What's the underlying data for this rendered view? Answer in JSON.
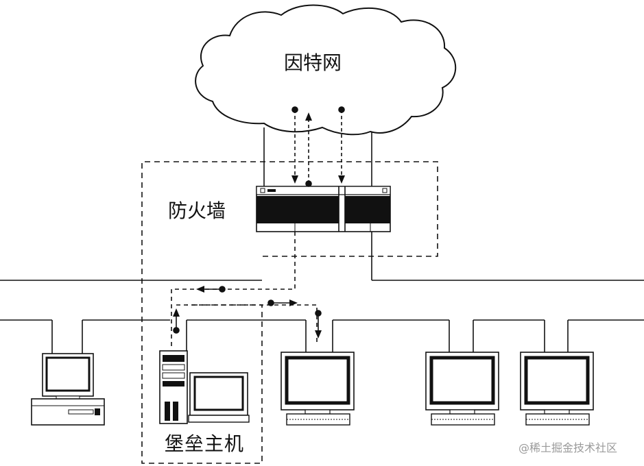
{
  "labels": {
    "internet": "因特网",
    "firewall": "防火墙",
    "bastion_host": "堡垒主机"
  },
  "watermark": "@稀土掘金技术社区",
  "colors": {
    "line": "#111111",
    "background": "#ffffff",
    "watermark": "#9a9a9a"
  }
}
